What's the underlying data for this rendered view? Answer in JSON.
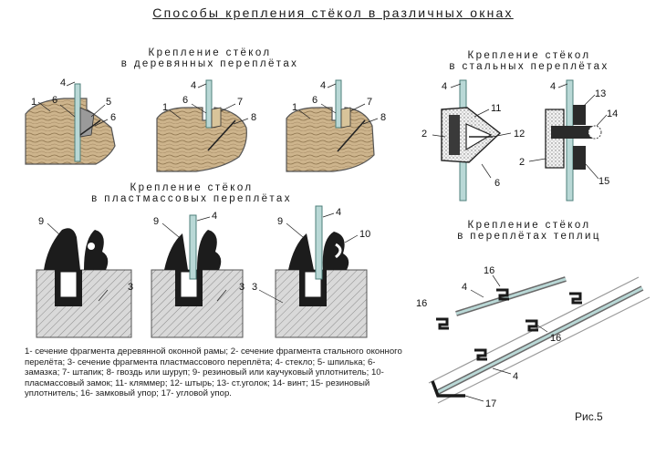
{
  "title": "Способы крепления стёкол в различных окнах",
  "sections": {
    "wood": {
      "line1": "Крепление стёкол",
      "line2": "в деревянных переплётах"
    },
    "steel": {
      "line1": "Крепление стёкол",
      "line2": "в стальных переплётах"
    },
    "plastic": {
      "line1": "Крепление стёкол",
      "line2": "в пластмассовых переплётах"
    },
    "greenhouse": {
      "line1": "Крепление стёкол",
      "line2": "в переплётах теплиц"
    }
  },
  "labels": {
    "wood1": [
      "4",
      "1",
      "6",
      "5",
      "6"
    ],
    "wood2": [
      "4",
      "1",
      "6",
      "7",
      "8"
    ],
    "wood3": [
      "4",
      "1",
      "6",
      "7",
      "8"
    ],
    "steel1": [
      "4",
      "11",
      "2",
      "12",
      "6"
    ],
    "steel2": [
      "4",
      "13",
      "14",
      "2",
      "15"
    ],
    "plastic1": [
      "9",
      "3"
    ],
    "plastic2": [
      "9",
      "4",
      "3"
    ],
    "plastic3": [
      "9",
      "4",
      "10",
      "3"
    ],
    "greenhouse": [
      "16",
      "4",
      "16",
      "16",
      "4",
      "17"
    ]
  },
  "legend": "1- сечение фрагмента деревянной оконной рамы; 2- сечение фрагмента стального оконного перелёта; 3- сечение фрагмента пластмассового переплёта; 4- стекло; 5- шпилька; 6- замазка; 7- штапик; 8- гвоздь или шуруп; 9- резиновый или каучуковый уплотнитель; 10- пласмассовый замок; 11- кляммер; 12- штырь; 13- ст.уголок; 14- винт; 15- резиновый уплотнитель; 16- замковый упор; 17- угловой упор.",
  "caption": "Рис.5",
  "colors": {
    "wood": "#c9b28a",
    "glass": "#b9d8d6",
    "rubber": "#1c1c1c",
    "plastic": "#cfcfcf"
  }
}
